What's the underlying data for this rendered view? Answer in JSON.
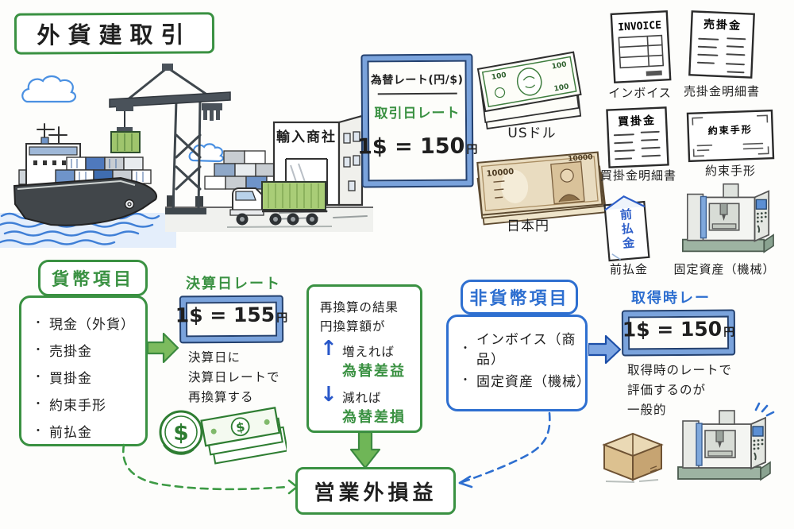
{
  "title": "外貨建取引",
  "port": {
    "company_sign": "輸入商社"
  },
  "rate_board": {
    "header": "為替レート(円/$)",
    "label": "取引日レート",
    "value": "1$ = 150",
    "unit": "円"
  },
  "currencies": {
    "usd": {
      "label": "USドル",
      "denomination": "100"
    },
    "jpy": {
      "label": "日本円",
      "denomination": "10000"
    }
  },
  "documents": {
    "invoice": {
      "doc_title": "INVOICE",
      "label": "インボイス"
    },
    "receivable": {
      "doc_title": "売掛金",
      "label": "売掛金明細書"
    },
    "payable": {
      "doc_title": "買掛金",
      "label": "買掛金明細書"
    },
    "promissory_note": {
      "doc_title": "約束手形",
      "label": "約束手形"
    },
    "advance_payment": {
      "doc_title": "前払金",
      "label": "前払金"
    },
    "fixed_asset": {
      "label": "固定資産（機械）"
    }
  },
  "monetary": {
    "title": "貨幣項目",
    "bullet": "・",
    "items": [
      "現金（外貨）",
      "売掛金",
      "買掛金",
      "約束手形",
      "前払金"
    ]
  },
  "settlement": {
    "label": "決算日レート",
    "value": "1$ = 155",
    "unit": "円",
    "note": [
      "決算日に",
      "決算日レートで",
      "再換算する"
    ]
  },
  "revaluation": {
    "line1": "再換算の結果",
    "line2": "円換算額が",
    "up_arrow": "↑",
    "up_text": "増えれば",
    "gain": "為替差益",
    "down_arrow": "↓",
    "down_text": "減れば",
    "loss": "為替差損"
  },
  "nonmonetary": {
    "title": "非貨幣項目",
    "bullet": "・",
    "items": [
      "インボイス（商品）",
      "固定資産（機械）"
    ]
  },
  "acquisition": {
    "label": "取得時レート",
    "value": "1$ = 150",
    "unit": "円",
    "note": [
      "取得時のレートで",
      "評価するのが",
      "一般的"
    ]
  },
  "result": {
    "label": "営業外損益"
  },
  "money_icon": {
    "dollar_sign": "$"
  },
  "colors": {
    "green": "#3a9142",
    "blue": "#2e6fd0",
    "navy": "#23406e",
    "black": "#1f1f1f"
  }
}
